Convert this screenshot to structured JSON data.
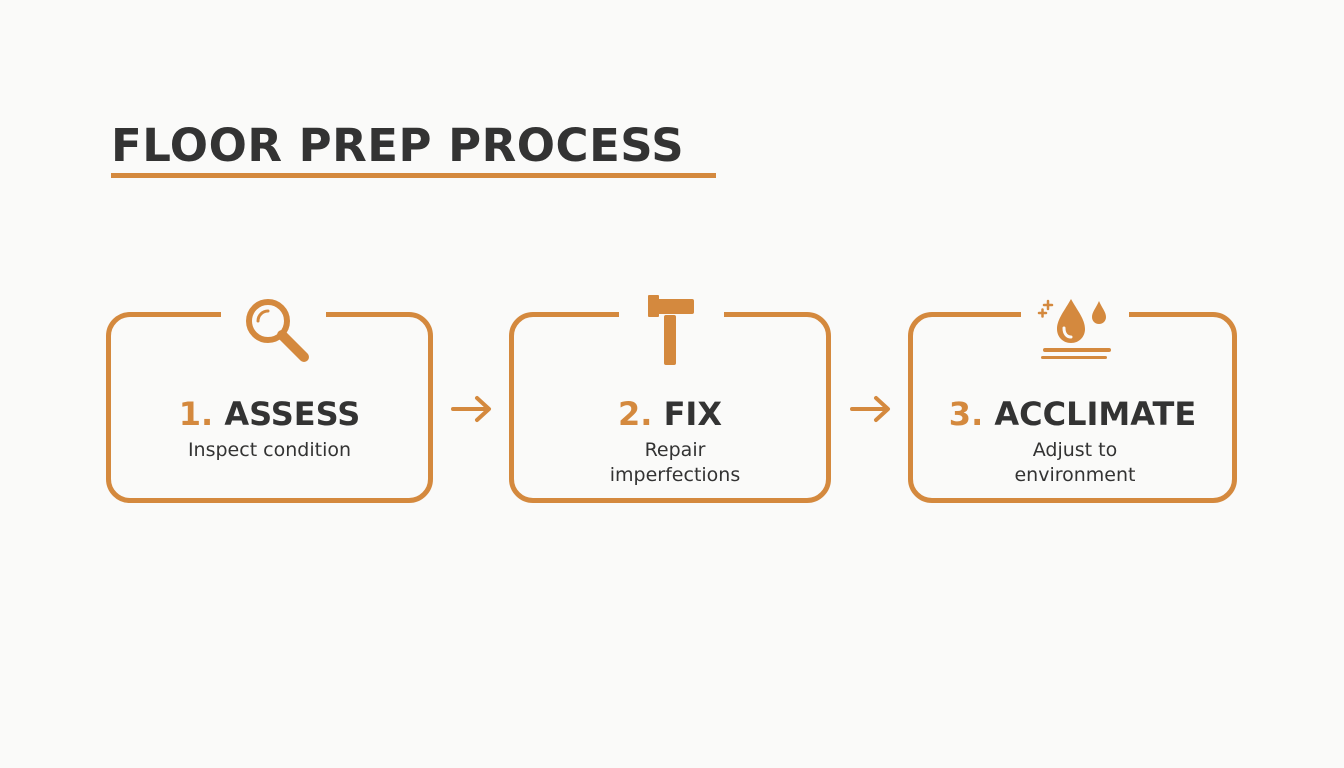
{
  "title": "FLOOR PREP PROCESS",
  "steps": [
    {
      "number": "1.",
      "name": "ASSESS",
      "description": "Inspect condition",
      "icon": "magnifying-glass-icon"
    },
    {
      "number": "2.",
      "name": "FIX",
      "description": "Repair imperfections",
      "icon": "hammer-icon"
    },
    {
      "number": "3.",
      "name": "ACCLIMATE",
      "description": "Adjust to environment",
      "icon": "water-drops-icon"
    }
  ],
  "colors": {
    "accent": "#d4893e",
    "text": "#333333",
    "background": "#fafaf9"
  }
}
